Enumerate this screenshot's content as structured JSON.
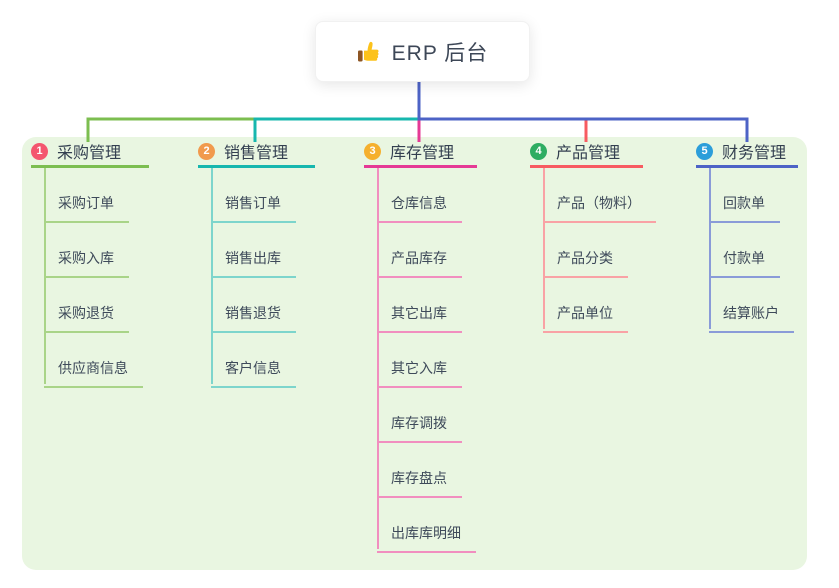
{
  "root": {
    "label": "ERP 后台",
    "icon": "thumbs-up-icon"
  },
  "colors": {
    "panel_bg": "#E9F6E1",
    "root_line": "#4D63C6",
    "root_text": "#3D4757",
    "node_text": "#3E4A5A"
  },
  "branches": [
    {
      "badge": "1",
      "label": "采购管理",
      "badge_color": "#F4566F",
      "line_color": "#7CBE50",
      "child_line_color": "#A9D488",
      "children": [
        "采购订单",
        "采购入库",
        "采购退货",
        "供应商信息"
      ]
    },
    {
      "badge": "2",
      "label": "销售管理",
      "badge_color": "#F19A4D",
      "line_color": "#17B7AE",
      "child_line_color": "#7DD5CC",
      "children": [
        "销售订单",
        "销售出库",
        "销售退货",
        "客户信息"
      ]
    },
    {
      "badge": "3",
      "label": "库存管理",
      "badge_color": "#F5B02E",
      "line_color": "#E53A95",
      "child_line_color": "#F18EBF",
      "children": [
        "仓库信息",
        "产品库存",
        "其它出库",
        "其它入库",
        "库存调拨",
        "库存盘点",
        "出库库明细"
      ]
    },
    {
      "badge": "4",
      "label": "产品管理",
      "badge_color": "#2EAD62",
      "line_color": "#F75B61",
      "child_line_color": "#F9A2A5",
      "children": [
        "产品（物料）",
        "产品分类",
        "产品单位"
      ]
    },
    {
      "badge": "5",
      "label": "财务管理",
      "badge_color": "#2C9EDA",
      "line_color": "#4D63C6",
      "child_line_color": "#8A9BD8",
      "children": [
        "回款单",
        "付款单",
        "结算账户"
      ]
    }
  ]
}
